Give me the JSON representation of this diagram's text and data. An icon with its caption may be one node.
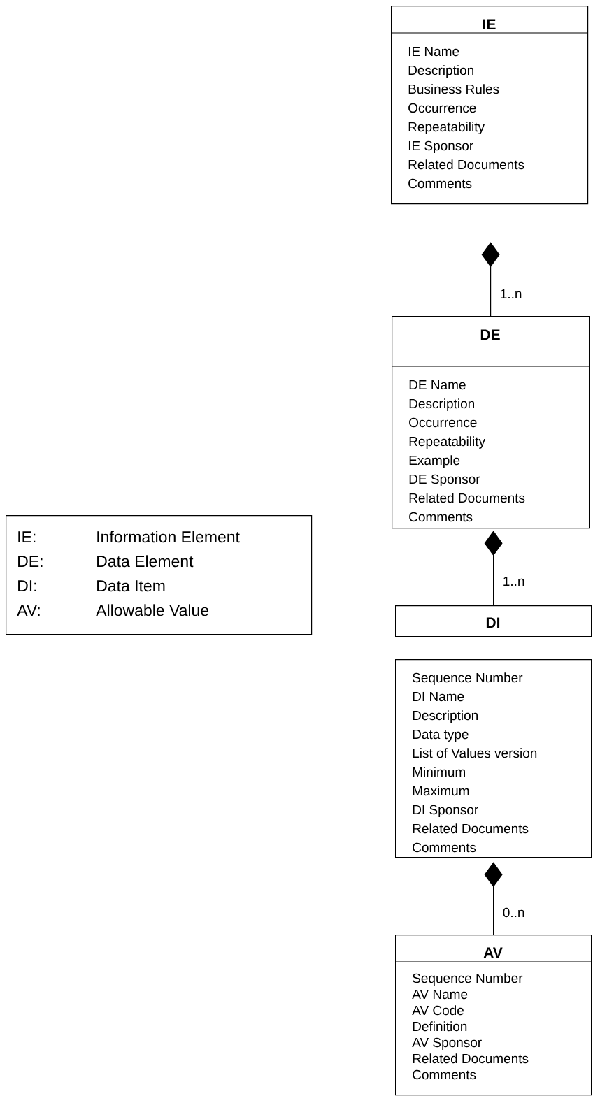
{
  "diagram": {
    "nodes": [
      {
        "text": [
          "IE",
          "IE Name",
          "Description",
          "Business Rules",
          "Occurrence",
          "Repeatability",
          "IE Sponsor",
          "Related Documents",
          "Comments"
        ]
      },
      {
        "text": [
          "DE",
          "DE Name",
          "Description",
          "Occurrence",
          "Repeatability",
          "Example",
          "DE Sponsor",
          "Related Documents",
          "Comments"
        ]
      },
      {
        "text": [
          "DI"
        ]
      },
      {
        "text": [
          "Sequence Number",
          "DI Name",
          "Description",
          "Data type",
          "List of Values version",
          "Minimum",
          "Maximum",
          "DI Sponsor",
          "Related Documents",
          "Comments"
        ]
      },
      {
        "text": [
          "AV",
          "Sequence Number",
          "AV Name",
          "AV Code",
          "Definition",
          "AV Sponsor",
          "Related Documents",
          "Comments"
        ]
      },
      {
        "text": [
          "IE:",
          "Information Element",
          "DE:",
          "Data Element",
          "DI:",
          "Data Item",
          "AV:",
          "Allowable Value"
        ]
      }
    ],
    "edges": [
      {
        "from": 0,
        "to": 1,
        "arrow": "other",
        "label": "1..n"
      },
      {
        "from": 1,
        "to": 2,
        "arrow": "other",
        "label": "1..n"
      },
      {
        "from": 3,
        "to": 4,
        "arrow": "other",
        "label": "0..n"
      }
    ]
  }
}
